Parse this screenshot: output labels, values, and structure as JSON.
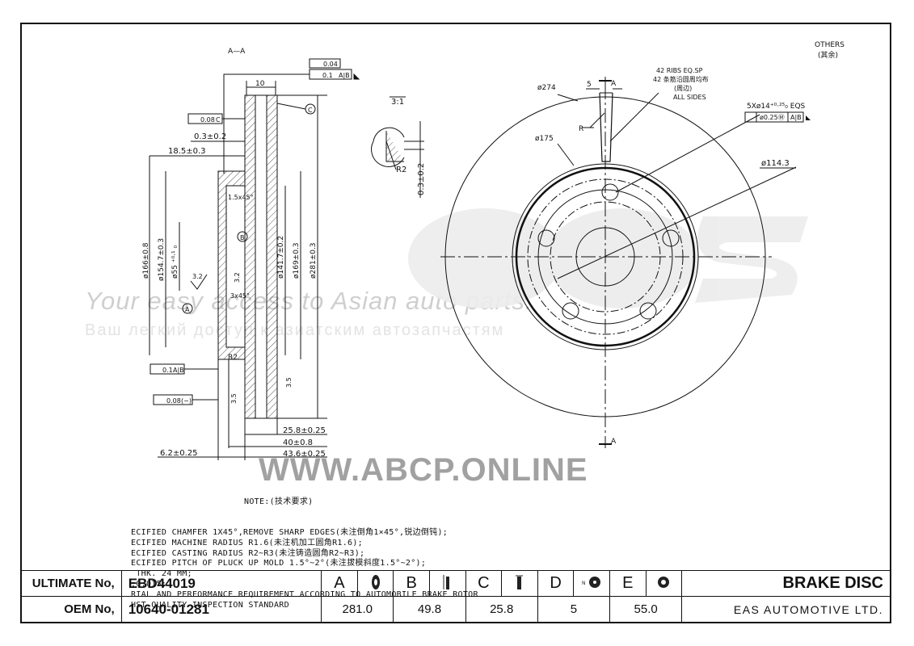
{
  "drawing": {
    "section_label": "A—A",
    "scale_label": "3:1",
    "others": "OTHERS",
    "others_cn": "(其余)",
    "top_tol_a": "0.04",
    "top_tol_b": "0.1",
    "top_tol_b_ref": "A|B",
    "dim_10": "10",
    "tol_parallel": "0.08",
    "tol_parallel_ref": "C",
    "dim_0_3": "0.3±0.2",
    "dim_18_5": "18.5±0.3",
    "chamfer_15": "1.5x45°",
    "chamfer_3": "3x45°",
    "ref_a": "A",
    "ref_b": "B",
    "ref_c": "C",
    "dia_166": "ø166±0.8",
    "dia_154": "ø154.7±0.3",
    "dia_55": "ø55 ⁺⁰·¹ ₀",
    "dia_141": "ø141.7±0.2",
    "dia_169": "ø169±0.3",
    "dia_281": "ø281±0.3",
    "rough_32a": "3.2",
    "rough_32b": "3.2",
    "r2": "R2",
    "bottom_tol_1": "0.1",
    "bottom_tol_1_ref": "A|B",
    "bottom_tol_2": "0.08",
    "bottom_tol_2_ref": "(−)",
    "rough_35a": "3.5",
    "rough_35b": "3.5",
    "dim_25_8": "25.8±0.25",
    "dim_40": "40±0.8",
    "dim_43_6": "43.6±0.25",
    "dim_6_2": "6.2±0.25",
    "detail_r2": "R2",
    "detail_0_3": "0.3±0.2",
    "dia_274": "ø274",
    "dia_175": "ø175",
    "dim_5": "5",
    "r_label": "R",
    "section_a_top": "A",
    "section_a_bottom": "A",
    "ribs_en": "42 RIBS  EQ.SP",
    "ribs_cn": "42 条筋沿圆周均布",
    "ribs_sides_cn": "(周边)",
    "ribs_sides": "ALL SIDES",
    "holes": "5Xø14⁺⁰·²⁵₀ EQS",
    "holes_tol": "ø0.25Ⓜ",
    "holes_tol_ref": "A|B",
    "dia_114": "ø114.3"
  },
  "notes": {
    "title": "NOTE:(技术要求)",
    "lines": [
      "ECIFIED CHAMFER 1X45°,REMOVE SHARP EDGES(未注倒角1×45°,锐边倒钝);",
      "ECIFIED MACHINE RADIUS R1.6(未注机加工圆角R1.6);",
      "ECIFIED CASTING RADIUS R2~R3(未注铸造圆角R2~R3);",
      "ECIFIED PITCH OF PLUCK UP MOLD 1.5°~2°(未注拔模斜度1.5°~2°);",
      " THK. 24 MM;",
      ";0.015;",
      "RIAL AND PERFORMANCE REQUIREMENT ACCORDING TO AUTOMOBILE BRAKE ROTOR",
      "HST QUALITY INSPECTION STANDARD"
    ]
  },
  "watermark": {
    "url": "WWW.ABCP.ONLINE",
    "tagline": "Your easy access to Asian auto parts.",
    "tagline_sub": "Ваш легкий доступ к азиатским автозапчастям"
  },
  "titleblock": {
    "ultimate_label": "ULTIMATE No,",
    "ultimate_value": "EBD44019",
    "oem_label": "OEM No,",
    "oem_value": "10640-01281",
    "columns": [
      {
        "letter": "A",
        "value": "281.0",
        "icon": "disc-face-icon"
      },
      {
        "letter": "B",
        "value": "49.8",
        "icon": "disc-height-icon"
      },
      {
        "letter": "C",
        "value": "25.8",
        "icon": "disc-thickness-icon"
      },
      {
        "letter": "D",
        "value": "5",
        "icon": "bolt-count-icon"
      },
      {
        "letter": "E",
        "value": "55.0",
        "icon": "center-bore-icon"
      }
    ],
    "product": "BRAKE DISC",
    "company": "EAS AUTOMOTIVE LTD."
  }
}
